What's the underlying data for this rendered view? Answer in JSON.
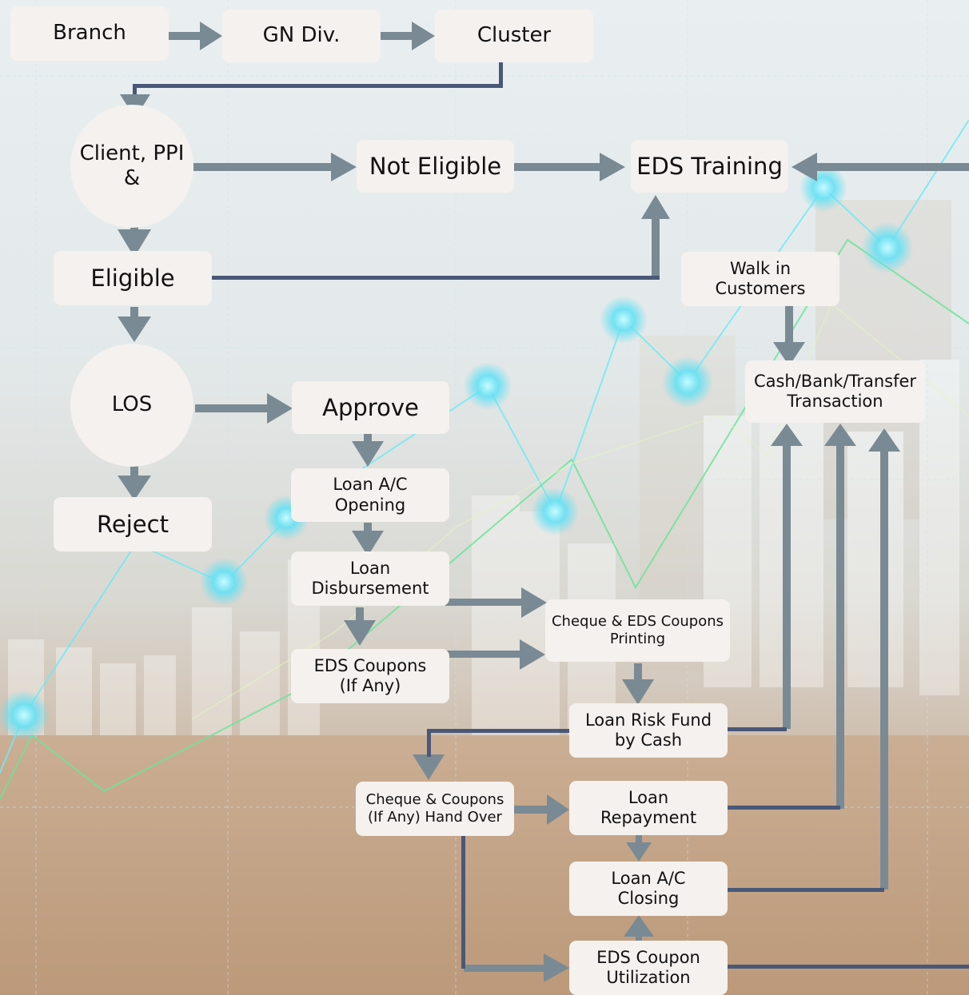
{
  "nodes": {
    "branch": "Branch",
    "gn_div": "GN Div.",
    "cluster": "Cluster",
    "client_ppi": "Client, PPI\n&",
    "not_eligible": "Not Eligible",
    "eds_training": "EDS Training",
    "eligible": "Eligible",
    "walk_in": "Walk in\nCustomers",
    "cash_bank": "Cash/Bank/Transfer\nTransaction",
    "los": "LOS",
    "approve": "Approve",
    "loan_ac_opening": "Loan A/C\nOpening",
    "reject": "Reject",
    "loan_disbursement": "Loan\nDisbursement",
    "cheque_eds_printing": "Cheque & EDS Coupons\nPrinting",
    "eds_coupons": "EDS Coupons\n(If Any)",
    "loan_risk_fund": "Loan Risk Fund\nby Cash",
    "cheque_handover": "Cheque & Coupons\n(If Any) Hand Over",
    "loan_repayment": "Loan\nRepayment",
    "loan_ac_closing": "Loan A/C\nClosing",
    "eds_coupon_utilization": "EDS Coupon\nUtilization"
  },
  "colors": {
    "arrow_gray": "#7a8a94",
    "arrow_navy": "#4a5878",
    "node_fill": "#f4f1ee",
    "glow": "#4fd8f0",
    "green_line": "#6fe39a"
  }
}
